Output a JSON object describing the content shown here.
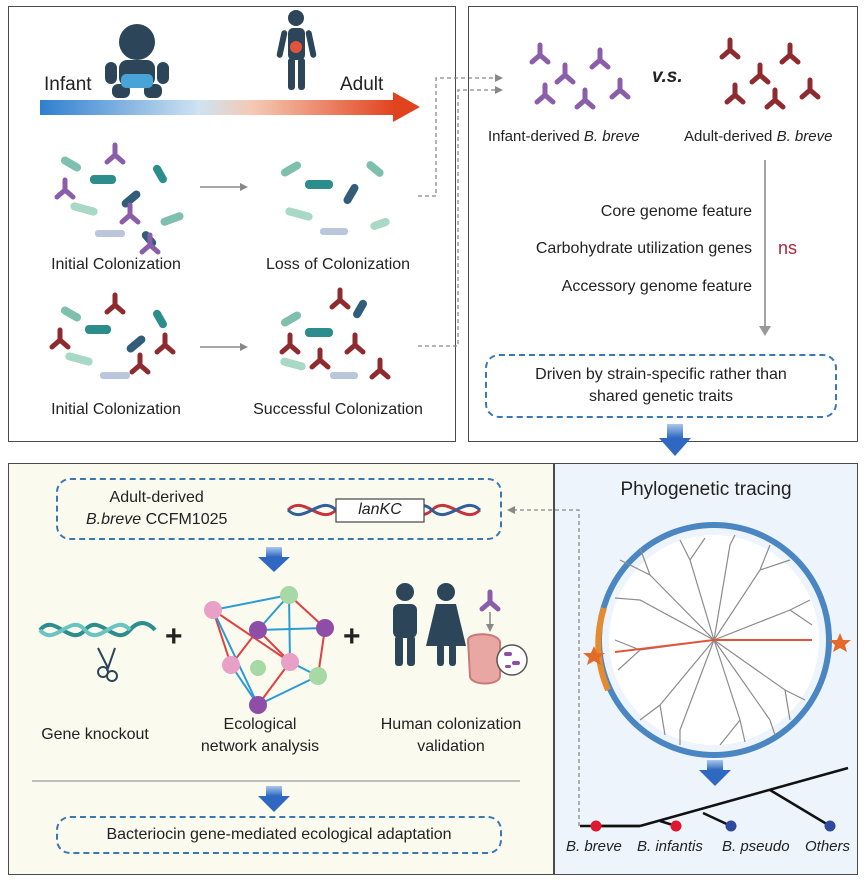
{
  "panel_a": {
    "infant_label": "Infant",
    "adult_label": "Adult",
    "row1_left": "Initial Colonization",
    "row1_right": "Loss of Colonization",
    "row2_left": "Initial Colonization",
    "row2_right": "Successful Colonization"
  },
  "panel_b": {
    "vs_label": "v.s.",
    "infant_strain_prefix": "Infant-derived ",
    "infant_strain_species": "B. breve",
    "adult_strain_prefix": "Adult-derived ",
    "adult_strain_species": "B. breve",
    "features": [
      "Core genome feature",
      "Carbohydrate utilization genes",
      "Accessory genome feature"
    ],
    "ns_label": "ns",
    "conclusion_line1": "Driven by strain-specific rather than",
    "conclusion_line2": "shared genetic traits"
  },
  "panel_c": {
    "strain_line1": "Adult-derived",
    "strain_species": "B.breve",
    "strain_id": " CCFM1025",
    "gene_label": "lanKC",
    "plus1": "+",
    "plus2": "+",
    "method1": "Gene knockout",
    "method2_line1": "Ecological",
    "method2_line2": "network analysis",
    "method3_line1": "Human colonization",
    "method3_line2": "validation",
    "conclusion": "Bacteriocin gene-mediated ecological adaptation"
  },
  "panel_d": {
    "title": "Phylogenetic tracing",
    "tips": [
      "B. breve",
      "B. infantis",
      "B. pseudo",
      "Others"
    ]
  },
  "colors": {
    "purple_strain": "#8a5ea8",
    "red_strain": "#8f2a2f",
    "teal": "#2d8c8c",
    "blue_arrow": "#3b74c4",
    "accent_orange": "#e46a2a",
    "dashed_blue": "#3a78b5",
    "ns_red": "#b0243a"
  }
}
